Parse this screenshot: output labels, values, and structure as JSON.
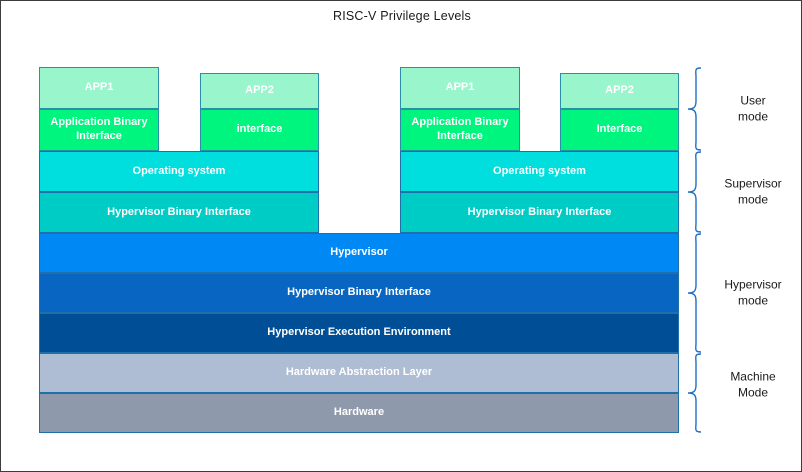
{
  "title": "RISC-V Privilege Levels",
  "diagram": {
    "type": "layered-stack",
    "groups": [
      {
        "name": "left-guest",
        "columns": [
          {
            "app_label": "APP1",
            "interface_label": "Application Binary Interface"
          },
          {
            "app_label": "APP2",
            "interface_label": "interface"
          }
        ],
        "os_label": "Operating system",
        "hbi_label": "Hypervisor Binary Interface"
      },
      {
        "name": "right-guest",
        "columns": [
          {
            "app_label": "APP1",
            "interface_label": "Application Binary Interface"
          },
          {
            "app_label": "APP2",
            "interface_label": "Interface"
          }
        ],
        "os_label": "Operating system",
        "hbi_label": "Hypervisor Binary Interface"
      }
    ],
    "base_layers": [
      {
        "label": "Hypervisor",
        "color": "#0088f5"
      },
      {
        "label": "Hypervisor Binary Interface",
        "color": "#0866c2"
      },
      {
        "label": "Hypervisor Execution Environment",
        "color": "#004f96"
      },
      {
        "label": "Hardware Abstraction Layer",
        "color": "#aebdd4"
      },
      {
        "label": "Hardware",
        "color": "#8e9aab"
      }
    ],
    "privilege_levels": [
      {
        "line1": "User",
        "line2": "mode"
      },
      {
        "line1": "Supervisor",
        "line2": "mode"
      },
      {
        "line1": "Hypervisor",
        "line2": "mode"
      },
      {
        "line1": "Machine",
        "line2": "Mode"
      }
    ],
    "colors": {
      "app": "#99f5cc",
      "abi": "#00f57f",
      "os": "#00dede",
      "hbi_top": "#00ccc6",
      "brace": "#1f6fc4",
      "frame": "#3d3d3d"
    }
  }
}
